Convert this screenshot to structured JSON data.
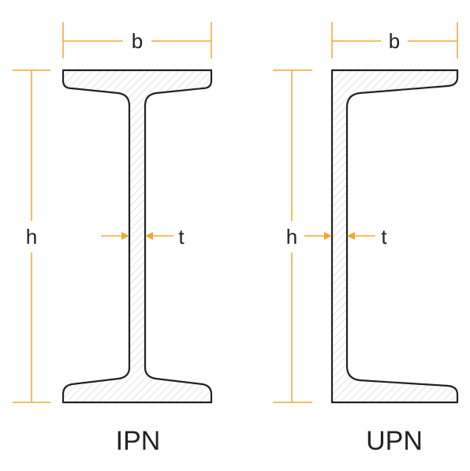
{
  "profiles": [
    {
      "caption": "IPN",
      "labels": {
        "width": "b",
        "height": "h",
        "thickness": "t"
      }
    },
    {
      "caption": "UPN",
      "labels": {
        "width": "b",
        "height": "h",
        "thickness": "t"
      }
    }
  ],
  "colors": {
    "dimension_line": "#f0a830",
    "outline": "#222222",
    "hatch": "#c8c8c8"
  }
}
